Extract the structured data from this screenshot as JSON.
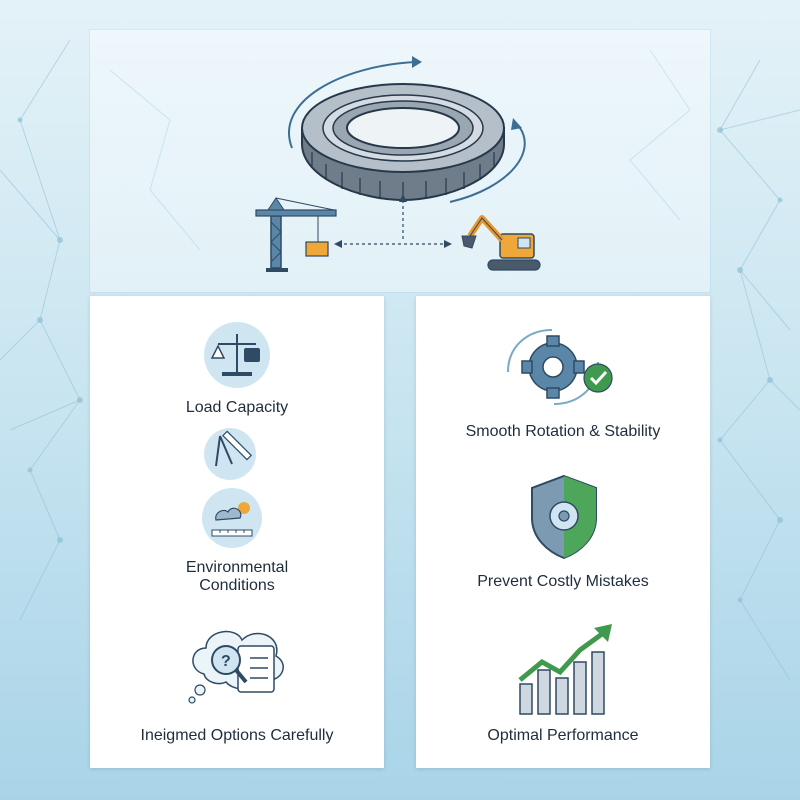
{
  "features": {
    "load_capacity": "Load Capacity",
    "environmental_line1": "Environmental",
    "environmental_line2": "Conditions",
    "options": "Ineigmed Options Carefully",
    "smooth_rotation": "Smooth Rotation & Stability",
    "prevent_mistakes": "Prevent Costly Mistakes",
    "optimal_performance": "Optimal Performance"
  },
  "icons": {
    "hero": [
      "slewing-bearing-icon",
      "tower-crane-icon",
      "excavator-icon"
    ],
    "left": [
      "balance-scale-icon",
      "ruler-compass-icon",
      "weather-icon",
      "magnifier-checklist-icon"
    ],
    "right": [
      "gear-check-icon",
      "gear-shield-icon",
      "growth-chart-icon"
    ]
  },
  "colors": {
    "primary": "#2f5a7c",
    "accent_blue": "#4e88b0",
    "accent_green": "#3f9a4e",
    "accent_orange": "#f0a73a",
    "icon_circle": "#cfe6f2",
    "bearing_gray": "#8c99a6"
  }
}
